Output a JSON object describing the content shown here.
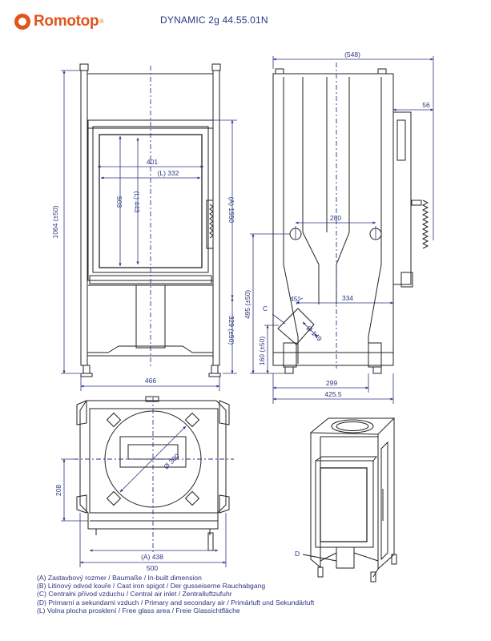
{
  "header": {
    "brand": "Romotop",
    "model": "DYNAMIC 2g 44.55.01N"
  },
  "front_view": {
    "dim_height_total": "1064 (±50)",
    "dim_height_A": "(A) 1550",
    "dim_width_glass": "401",
    "dim_width_L": "(L) 332",
    "dim_height_glass": "503",
    "dim_height_L": "(L) 443",
    "dim_stand": "329 (±50)",
    "dim_width": "466"
  },
  "side_view": {
    "dim_depth": "(548)",
    "dim_pipe": "56",
    "dim_spigots": "280",
    "dim_outlet": "334",
    "dim_angle": "45°",
    "dim_diameter": "Ø 149",
    "label_c": "C",
    "dim_inlet_height": "495 (±50)",
    "dim_base_height": "160 (±50)",
    "dim_299": "299",
    "dim_425": "425.5"
  },
  "top_view": {
    "dim_diameter": "Ø 300",
    "dim_208": "208",
    "dim_438": "(A) 438",
    "dim_500": "500"
  },
  "iso_view": {
    "label_d": "D"
  },
  "legend": [
    "(A)  Zastavbový rozmer / Baumaße / In-built dimension",
    "(B)  Litinový odvod kouře / Cast iron spigot / Der gusseiserne Rauchabgang",
    "(C)  Centralni přívod vzduchu / Central air inlet / Zentralluftzufuhr",
    "(D)  Primarni a sekundarni vzduch / Primary and secondary air / Primärluft und Sekundärluft",
    "(L)  Volna plocha prosklení / Free glass area / Freie Glassichtfläche"
  ],
  "colors": {
    "accent": "#e2541b",
    "dimension": "#2a3580",
    "line": "#222222"
  }
}
